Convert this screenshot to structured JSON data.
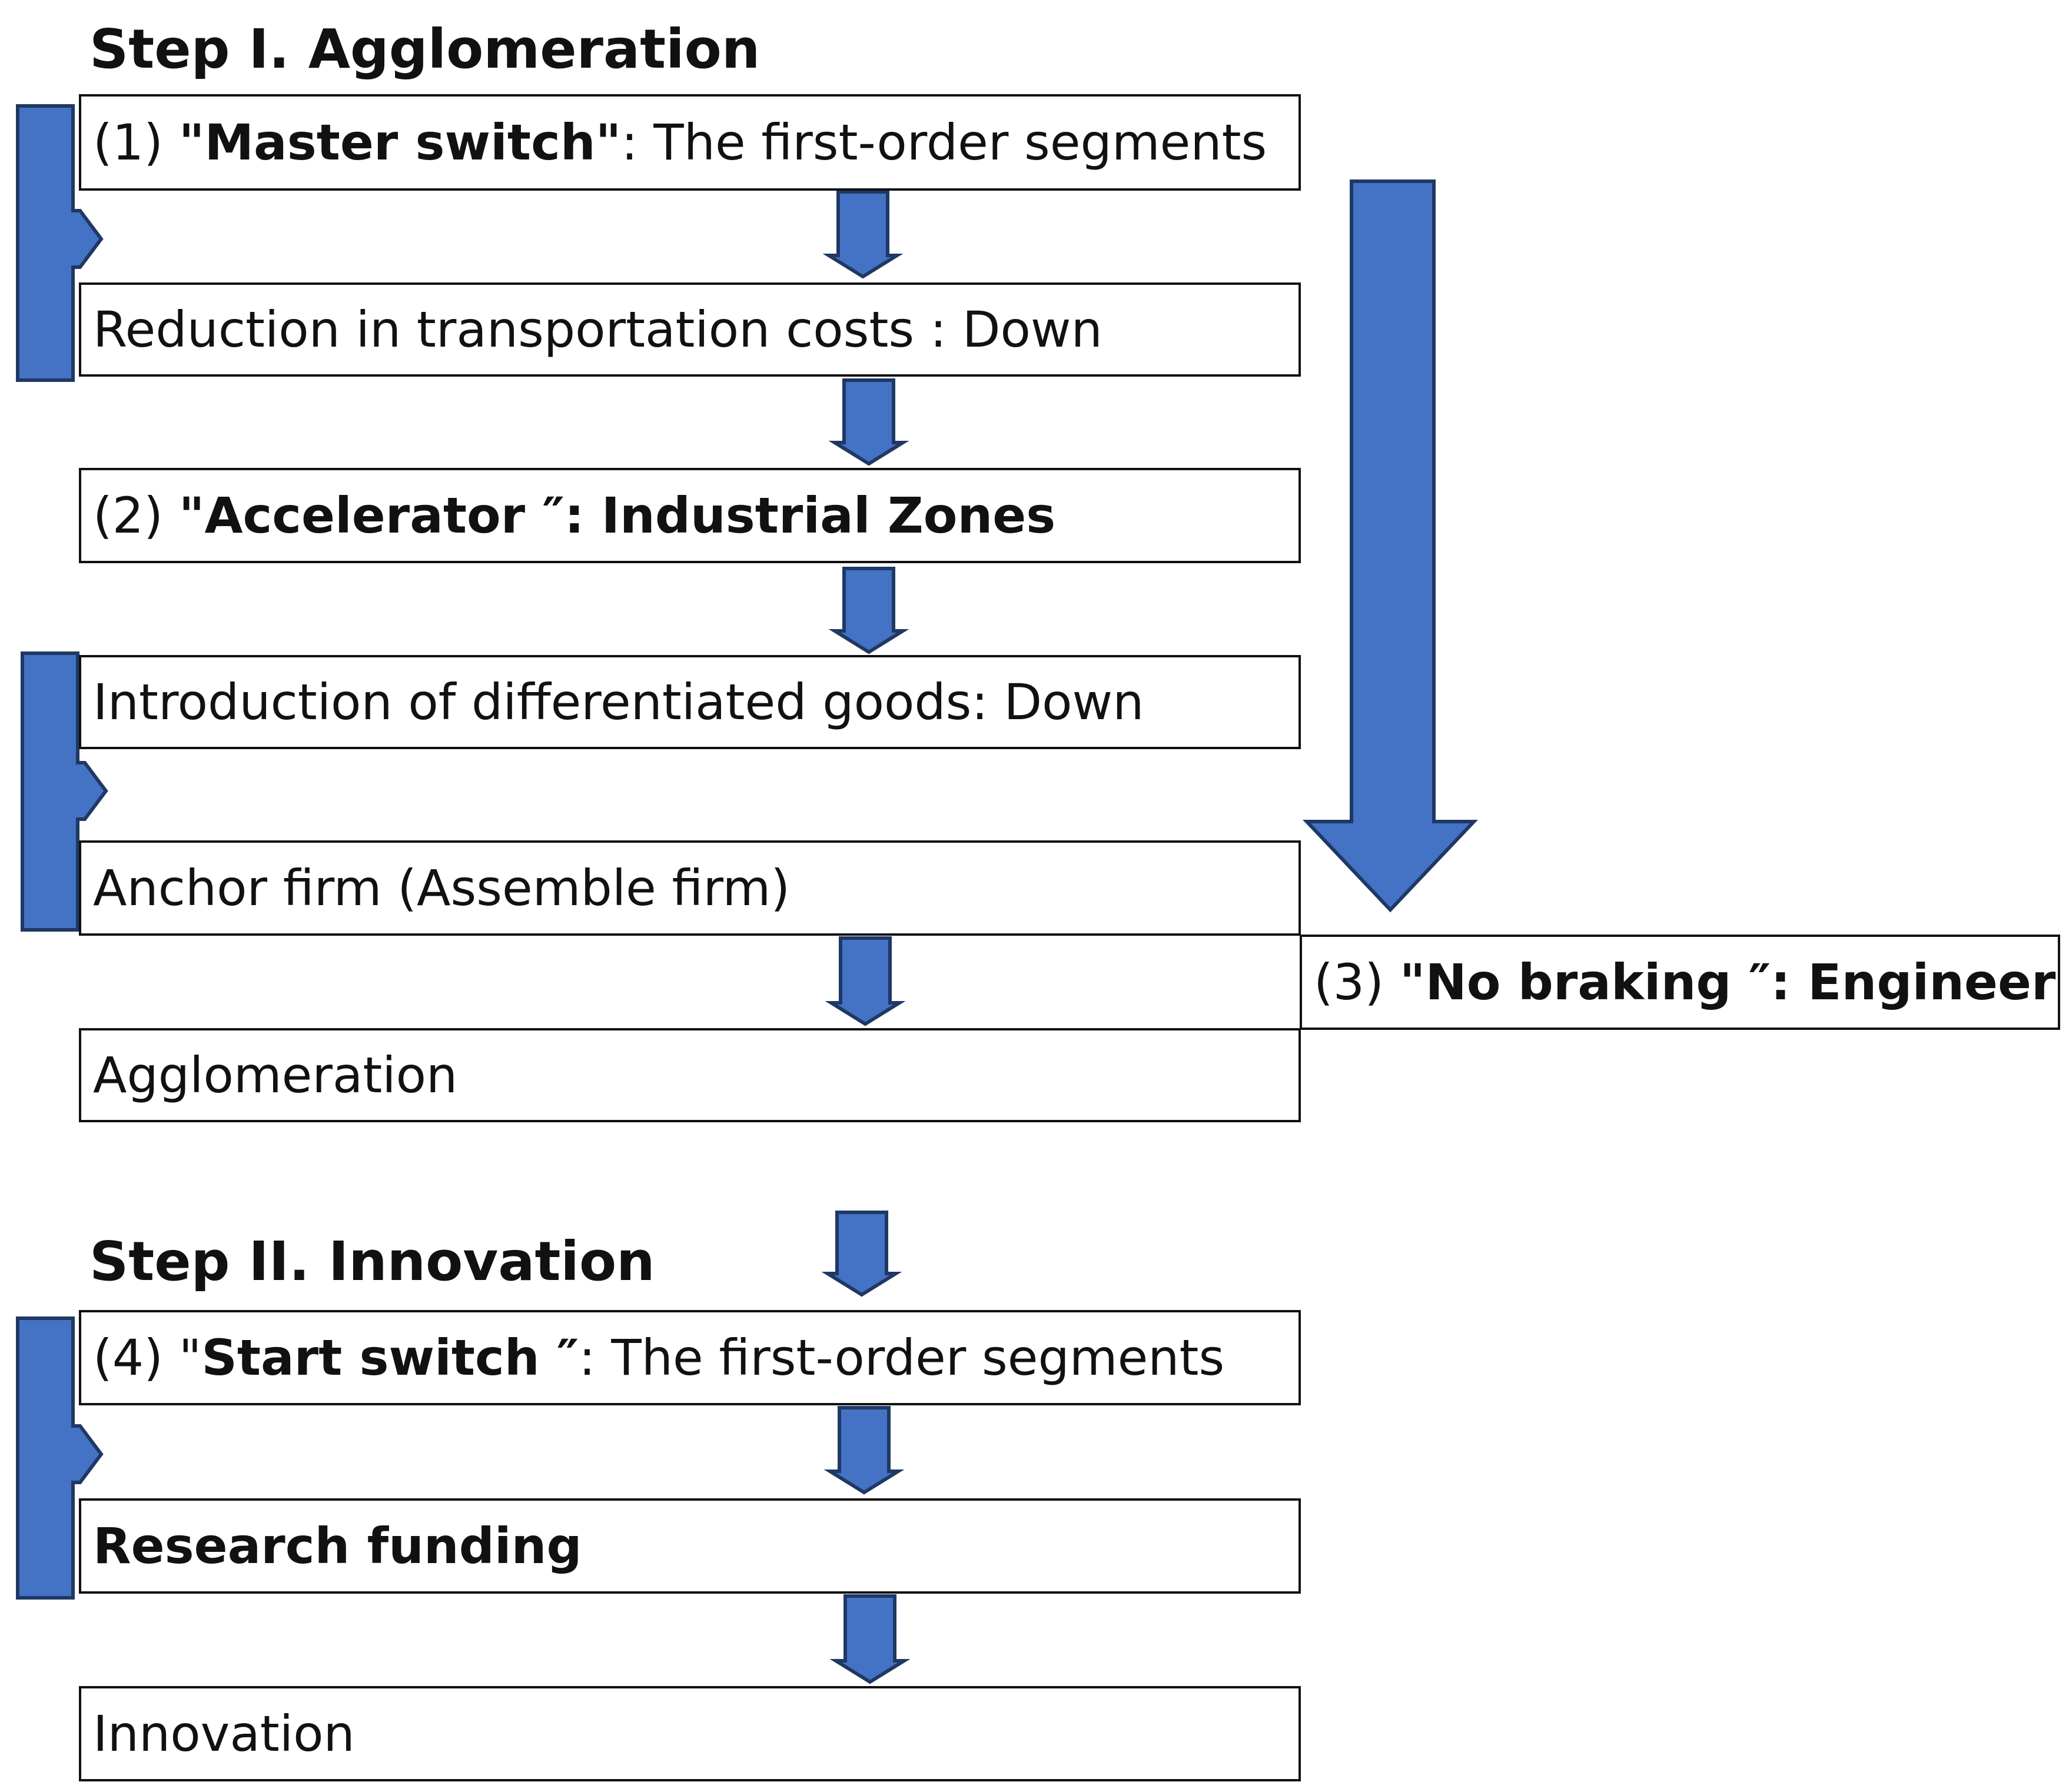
{
  "step1": {
    "heading": "Step I. Agglomeration",
    "box1": {
      "prefix": "(1) ",
      "bold": "\"Master switch\"",
      "rest": ": The first-order segments"
    },
    "box2": {
      "text": "Reduction in transportation costs : Down"
    },
    "box3": {
      "prefix": "(2) ",
      "bold": "\"Accelerator ″: Industrial Zones"
    },
    "box4": {
      "text": "Introduction of differentiated goods: Down"
    },
    "box5": {
      "text": "Anchor firm (Assemble firm)"
    },
    "box6": {
      "text": "Agglomeration"
    },
    "side": {
      "prefix": "(3) ",
      "bold": "\"No braking ″: Engineers"
    }
  },
  "step2": {
    "heading": "Step II. Innovation",
    "box1": {
      "prefix": "(4) \"",
      "bold": "Start switch ″",
      "rest": ": The first-order segments"
    },
    "box2": {
      "bold": "Research funding"
    },
    "box3": {
      "text": "Innovation"
    }
  },
  "colors": {
    "arrow_fill": "#4472C4",
    "arrow_stroke": "#1F3864",
    "box_border": "#111111"
  }
}
